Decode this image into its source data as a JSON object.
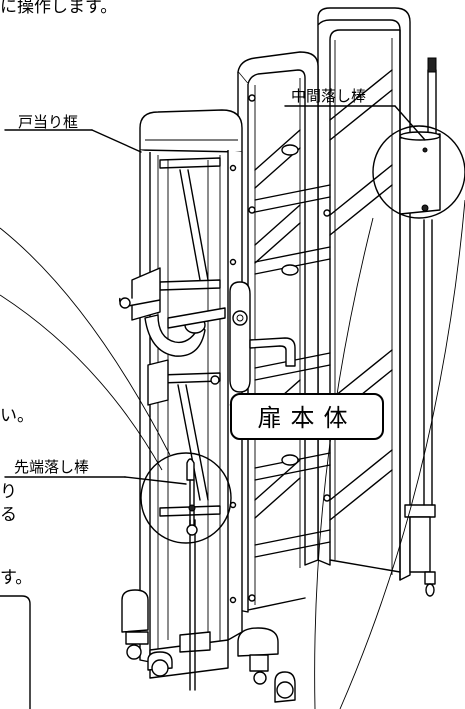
{
  "labels": {
    "frame": "戸当り框",
    "middle_rod": "中間落し棒",
    "tip_rod": "先端落し棒",
    "door_body": "扉本体"
  },
  "text_fragments": {
    "top": "に操作します。",
    "left1": "い。",
    "left2": "り",
    "left3": "る",
    "left4": "す。"
  }
}
